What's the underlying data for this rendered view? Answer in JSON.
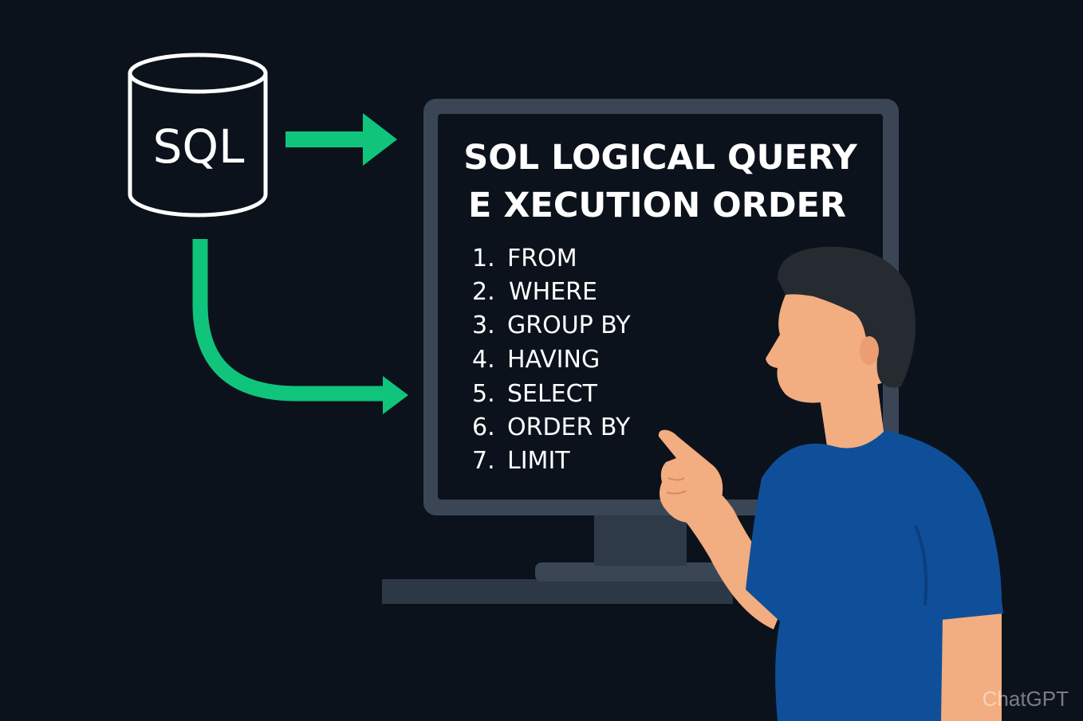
{
  "database": {
    "label": "SQL"
  },
  "screen": {
    "title_line_1": "SOL LOGICAL QUERY",
    "title_line_2": "E XECUTION ORDER",
    "steps": [
      {
        "number": "1.",
        "label": "FROM"
      },
      {
        "number": "2.",
        "label": "WHERE"
      },
      {
        "number": "3.",
        "label": "GROUP BY"
      },
      {
        "number": "4.",
        "label": "HAVING"
      },
      {
        "number": "5.",
        "label": "SELECT"
      },
      {
        "number": "6.",
        "label": "ORDER BY"
      },
      {
        "number": "7.",
        "label": "LIMIT"
      }
    ]
  },
  "watermark": "ChatGPT",
  "colors": {
    "background": "#0b121c",
    "arrow": "#10c47c",
    "monitor_frame": "#3a4656",
    "monitor_screen": "#0b121c",
    "shirt": "#0f4f99",
    "skin": "#f2ad80",
    "hair": "#262a31"
  }
}
